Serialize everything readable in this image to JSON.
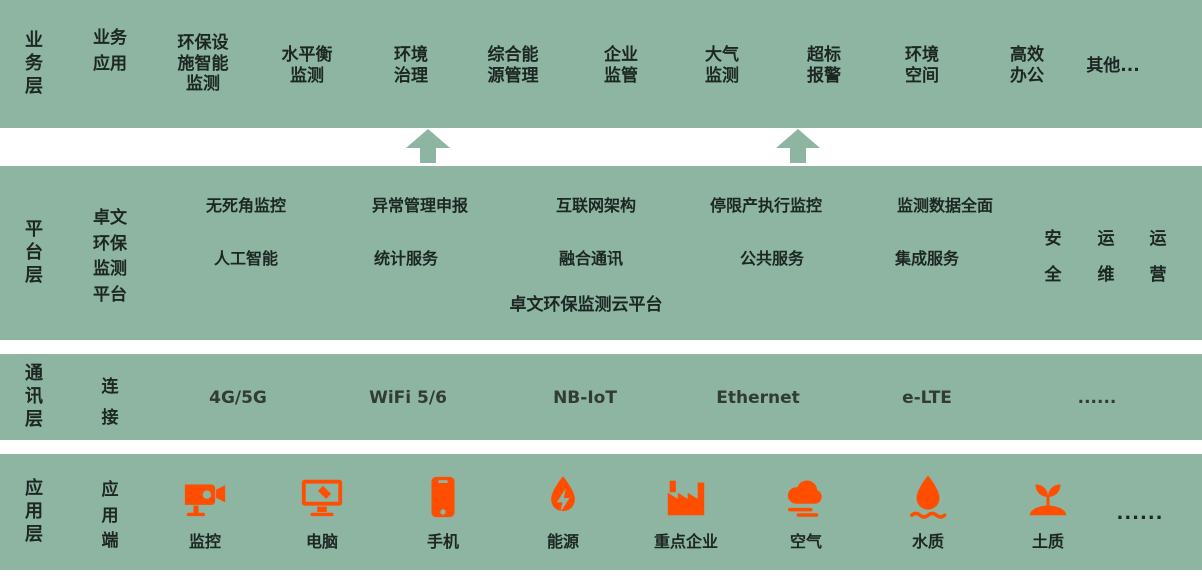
{
  "colors": {
    "band_green": "#8eb4a2",
    "accent_orange": "#ff4e00",
    "text_dark": "#1c2722"
  },
  "layers": {
    "business": {
      "layer_label": "业\n务\n层",
      "group_label": "业务\n应用",
      "items": [
        "环保设\n施智能\n监测",
        "水平衡\n监测",
        "环境\n治理",
        "综合能\n源管理",
        "企业\n监管",
        "大气\n监测",
        "超标\n报警",
        "环境\n空间",
        "高效\n办公",
        "其他..."
      ]
    },
    "platform": {
      "layer_label": "平\n台\n层",
      "group_label": "卓文\n环保\n监测\n平台",
      "row1": [
        "无死角监控",
        "异常管理申报",
        "互联网架构",
        "停限产执行监控",
        "监测数据全面"
      ],
      "row2": [
        "人工智能",
        "统计服务",
        "融合通讯",
        "公共服务",
        "集成服务"
      ],
      "cloud_label": "卓文环保监测云平台",
      "side": [
        "安\n全",
        "运\n维",
        "运\n营"
      ]
    },
    "communication": {
      "layer_label": "通\n讯\n层",
      "group_label": "连\n接",
      "items": [
        "4G/5G",
        "WiFi 5/6",
        "NB-IoT",
        "Ethernet",
        "e-LTE",
        "......"
      ]
    },
    "application": {
      "layer_label": "应\n用\n层",
      "group_label": "应\n用\n端",
      "items": [
        {
          "label": "监控",
          "icon": "cctv-icon"
        },
        {
          "label": "电脑",
          "icon": "computer-icon"
        },
        {
          "label": "手机",
          "icon": "phone-icon"
        },
        {
          "label": "能源",
          "icon": "energy-icon"
        },
        {
          "label": "重点企业",
          "icon": "factory-icon"
        },
        {
          "label": "空气",
          "icon": "air-icon"
        },
        {
          "label": "水质",
          "icon": "water-icon"
        },
        {
          "label": "土质",
          "icon": "soil-icon"
        }
      ],
      "more": "......"
    }
  }
}
